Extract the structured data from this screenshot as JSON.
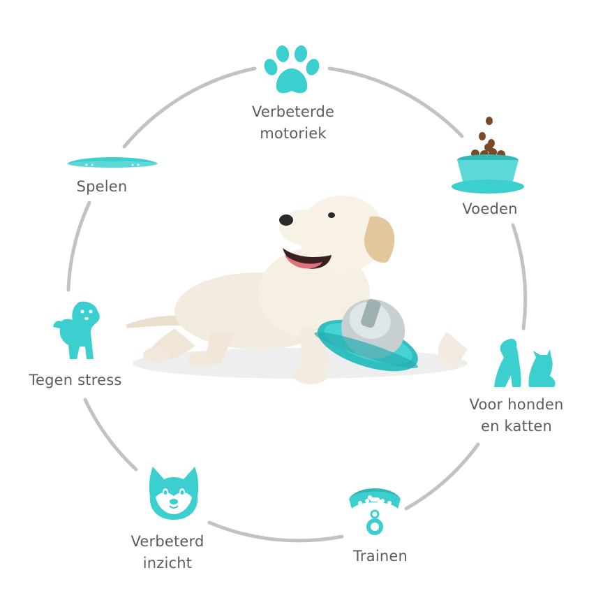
{
  "colors": {
    "accent": "#3ccfcf",
    "ring": "#c2c2c2",
    "text": "#5c5c5c",
    "dog_fur": "#f3ebdf",
    "kibble": "#7a4a26"
  },
  "benefits": [
    {
      "id": "motoriek",
      "icon": "paw-icon",
      "lines": [
        "Verbeterde",
        "motoriek"
      ]
    },
    {
      "id": "voeden",
      "icon": "food-bowl-icon",
      "lines": [
        "Voeden"
      ]
    },
    {
      "id": "honden-katten",
      "icon": "dog-and-cat-icon",
      "lines": [
        "Voor honden",
        "en katten"
      ]
    },
    {
      "id": "trainen",
      "icon": "collar-icon",
      "lines": [
        "Trainen"
      ]
    },
    {
      "id": "inzicht",
      "icon": "shiba-face-icon",
      "lines": [
        "Verbeterd",
        "inzicht"
      ]
    },
    {
      "id": "stress",
      "icon": "puppy-icon",
      "lines": [
        "Tegen stress"
      ]
    },
    {
      "id": "spelen",
      "icon": "frisbee-icon",
      "lines": [
        "Spelen"
      ]
    }
  ]
}
